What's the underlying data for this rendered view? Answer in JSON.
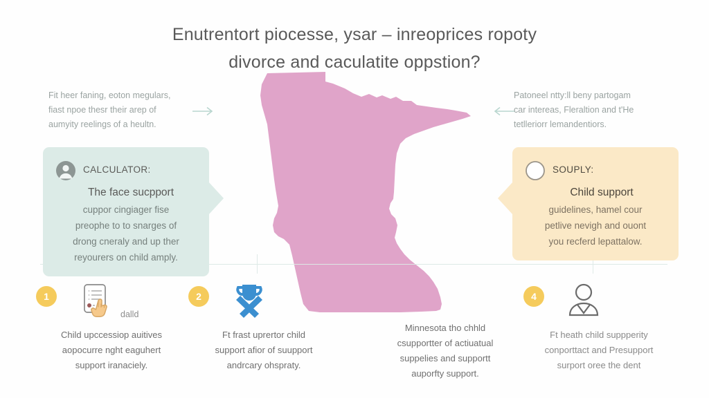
{
  "theme": {
    "background": "#fefefe",
    "map_fill": "#e0a4c9",
    "callout_left_bg": "#dcebe7",
    "callout_right_bg": "#fbe9c7",
    "badge_color": "#f5cb5c",
    "accent_blue": "#3b8fd0",
    "rule_color": "#dde9e6",
    "title_color": "#595959"
  },
  "title": {
    "line1": "Enutrentort piocesse, ysar – inreoprices ropoty",
    "line2": "divorce and caculatite oppstion?"
  },
  "notes": [
    {
      "id": "note-left",
      "arrow": "arrow-right-icon",
      "lines": [
        "Fit heer faning, eoton megulars,",
        "fiast npoe thesr their arep of",
        "aumyity reelings of a heultn."
      ]
    },
    {
      "id": "note-right",
      "arrow": "arrow-left-icon",
      "lines": [
        "Patoneel ntty:ll beny partogam",
        "car intereas, Fleraltion and t'He",
        "tetlleriorr lemandentiors."
      ]
    }
  ],
  "callouts": [
    {
      "id": "callout-calculator",
      "icon": "user-avatar-icon",
      "label": "CALCULATOR:",
      "lead": "The face sucpport",
      "body": [
        "cuppor cingiager fise",
        "preophe to to snarges of",
        "drong cneraly and up ther",
        "reyourers on child amply."
      ]
    },
    {
      "id": "callout-souply",
      "icon": "circle-outline-icon",
      "label": "SOUPLY:",
      "lead": "Child support",
      "body": [
        "guidelines, hamel cour",
        "petlive nevigh and ouont",
        "you recferd lepattalow."
      ]
    }
  ],
  "steps": [
    {
      "number": "1",
      "icon": "document-hand-icon",
      "sub": "dalld",
      "lines": [
        "Child upccessiop auitives",
        "aopocurre nght eaguhert",
        "support iranaciely."
      ]
    },
    {
      "number": "2",
      "icon": "trophy-ribbon-icon",
      "sub": "",
      "lines": [
        "Ft frast uprertor child",
        "support afior of suupport",
        "andrcary ohspraty."
      ]
    },
    {
      "number": "",
      "icon": "",
      "sub": "",
      "lines": [
        "Minnesota tho chhld",
        "csupportter of actiuatual",
        "suppelies and supportt",
        "auporfty support."
      ]
    },
    {
      "number": "4",
      "icon": "person-outline-icon",
      "sub": "",
      "lines": [
        "Ft heath child suppperity",
        "conporttact and Presupport",
        "surport oree the dent"
      ]
    }
  ]
}
